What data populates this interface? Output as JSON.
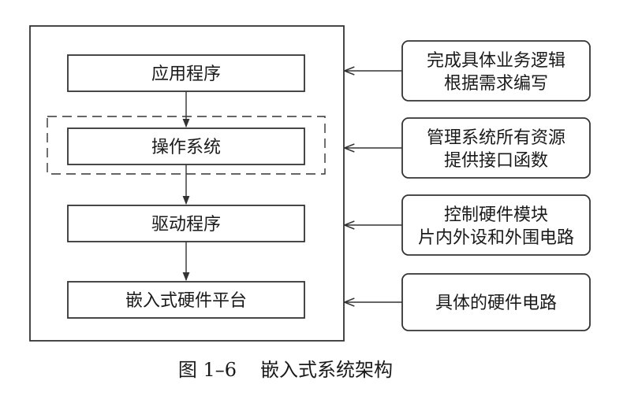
{
  "layers": [
    {
      "label": "应用程序"
    },
    {
      "label": "操作系统"
    },
    {
      "label": "驱动程序"
    },
    {
      "label": "嵌入式硬件平台"
    }
  ],
  "notes": [
    {
      "line1": "完成具体业务逻辑",
      "line2": "根据需求编写"
    },
    {
      "line1": "管理系统所有资源",
      "line2": "提供接口函数"
    },
    {
      "line1": "控制硬件模块",
      "line2": "片内外设和外围电路"
    },
    {
      "line1": "具体的硬件电路",
      "line2": ""
    }
  ],
  "caption": {
    "figure_number": "图 1–6",
    "title": "嵌入式系统架构"
  }
}
